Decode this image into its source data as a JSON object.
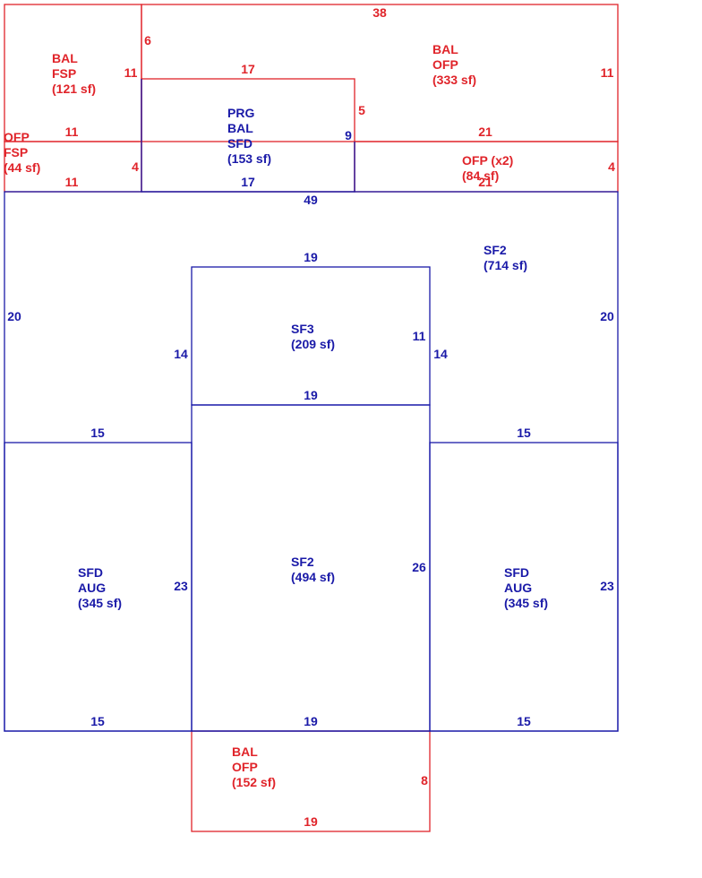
{
  "colors": {
    "red": "#e0242a",
    "blue": "#1a1aa8"
  },
  "areas": {
    "bal_fsp": {
      "lines": [
        "BAL",
        "FSP",
        "(121 sf)"
      ]
    },
    "ofp_fsp": {
      "lines": [
        "OFP",
        "FSP",
        "(44 sf)"
      ]
    },
    "bal_ofp_top": {
      "lines": [
        "BAL",
        "OFP",
        "(333 sf)"
      ]
    },
    "prg_bal_sfd": {
      "lines": [
        "PRG",
        "BAL",
        "SFD",
        "(153 sf)"
      ]
    },
    "ofp_x2": {
      "lines": [
        "OFP (x2)",
        "(84 sf)"
      ]
    },
    "sf2_main": {
      "lines": [
        "SF2",
        "(714 sf)"
      ]
    },
    "sf3": {
      "lines": [
        "SF3",
        "(209 sf)"
      ]
    },
    "sfd_aug_left": {
      "lines": [
        "SFD",
        "AUG",
        "(345 sf)"
      ]
    },
    "sf2_center": {
      "lines": [
        "SF2",
        "(494 sf)"
      ]
    },
    "sfd_aug_right": {
      "lines": [
        "SFD",
        "AUG",
        "(345 sf)"
      ]
    },
    "bal_ofp_bottom": {
      "lines": [
        "BAL",
        "OFP",
        "(152 sf)"
      ]
    }
  },
  "dimensions": {
    "top_38": "38",
    "bal_fsp_6": "6",
    "bal_fsp_11_right": "11",
    "prg_top_17": "17",
    "bal_ofp_right_11": "11",
    "prg_right_5": "5",
    "bal_fsp_bottom_11": "11",
    "prg_right_9": "9",
    "ofp_top_21": "21",
    "ofp_fsp_right_4": "4",
    "ofp_x2_right_4": "4",
    "ofp_fsp_bottom_11": "11",
    "prg_bottom_17": "17",
    "ofp_x2_bottom_21": "21",
    "main_top_49": "49",
    "sf3_top_19": "19",
    "main_left_20": "20",
    "main_right_20": "20",
    "sf3_left_14": "14",
    "sf3_right_11": "11",
    "sf3_right_14": "14",
    "sf3_bottom_19": "19",
    "left_mid_15": "15",
    "right_mid_15": "15",
    "aug_left_23": "23",
    "center_26": "26",
    "aug_right_23": "23",
    "left_bottom_15": "15",
    "center_bottom_19": "19",
    "right_bottom_15": "15",
    "bal_bottom_right_8": "8",
    "bal_bottom_19": "19"
  }
}
